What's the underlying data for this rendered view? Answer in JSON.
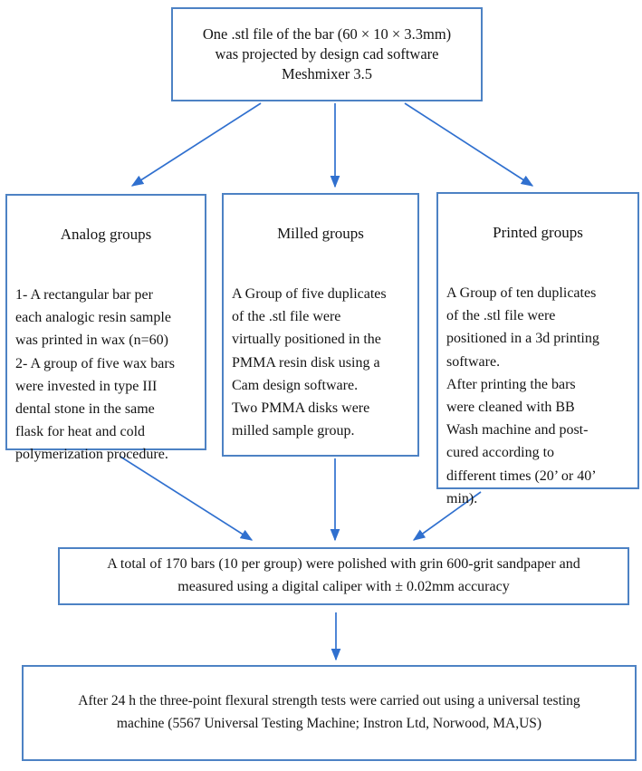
{
  "flowchart": {
    "colors": {
      "box_border": "#4d82c4",
      "arrow": "#3070cf",
      "text": "#141414",
      "background": "#ffffff"
    },
    "nodes": {
      "source": {
        "lines": [
          "One .stl file of the bar (60 × 10 × 3.3mm)",
          "was projected by design cad software",
          "Meshmixer 3.5"
        ]
      },
      "analog": {
        "title": "Analog groups",
        "body_lines": [
          "1- A rectangular bar per",
          "each analogic resin sample",
          "was printed in wax (n=60)",
          "2- A group of five wax bars",
          "were invested in type III",
          "dental stone in the same",
          "flask for heat and cold",
          "polymerization procedure."
        ]
      },
      "milled": {
        "title": "Milled groups",
        "body_lines": [
          "A Group of five duplicates",
          "of the .stl file were",
          "virtually positioned in the",
          "PMMA resin disk using a",
          "Cam design software.",
          "Two PMMA disks were",
          "milled sample  group."
        ]
      },
      "printed": {
        "title": "Printed groups",
        "body_lines": [
          "A Group of ten duplicates",
          "of the .stl file were",
          "positioned in a 3d printing",
          "software.",
          "After printing the bars",
          "were cleaned with BB",
          "Wash machine and post-",
          "cured according to",
          "different times (20’ or 40’",
          "min)."
        ]
      },
      "polish": {
        "lines": [
          "A total of 170 bars (10 per group) were polished with grin 600-grit sandpaper and",
          "measured using a digital caliper with ± 0.02mm accuracy"
        ]
      },
      "flexural": {
        "lines": [
          "After 24 h the three-point flexural strength tests were carried out using a universal testing",
          "machine (5567 Universal Testing Machine; Instron Ltd, Norwood, MA,US)"
        ]
      }
    }
  }
}
